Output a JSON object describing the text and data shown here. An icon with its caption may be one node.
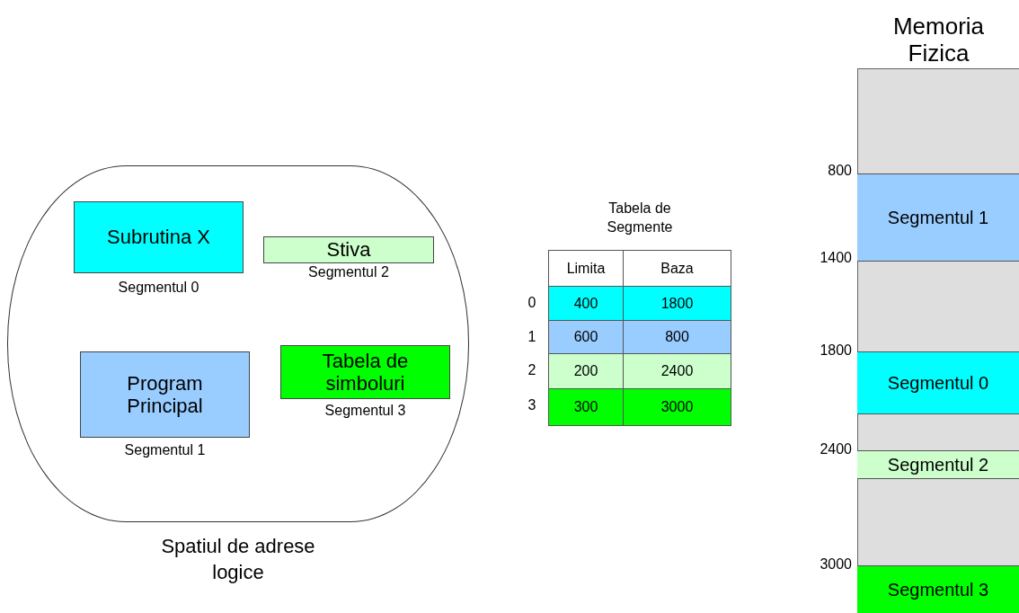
{
  "diagram": {
    "nodes": [
      {
        "text": [
          "Spatiul de adrese logice"
        ]
      },
      {
        "text": [
          "Subrutina X"
        ],
        "in": 0,
        "beside": [
          "Segmentul 0"
        ]
      },
      {
        "text": [
          "Stiva"
        ],
        "in": 0,
        "beside": [
          "Segmentul 2"
        ]
      },
      {
        "text": [
          "Program Principal"
        ],
        "in": 0,
        "beside": [
          "Segmentul 1"
        ]
      },
      {
        "text": [
          "Tabela de simboluri"
        ],
        "in": 0,
        "beside": [
          "Segmentul 3"
        ]
      },
      {
        "text": [
          "Memoria Fizica"
        ]
      },
      {
        "text": [
          "Segmentul 1"
        ],
        "in": 5
      },
      {
        "text": [
          "Segmentul 0"
        ],
        "in": 5
      },
      {
        "text": [
          "Segmentul 2"
        ],
        "in": 5
      },
      {
        "text": [
          "Segmentul 3"
        ],
        "in": 5
      }
    ],
    "labels": [
      "Tabela de Segmente",
      "Limita",
      "Baza",
      "0",
      "400",
      "1800",
      "1",
      "600",
      "800",
      "2",
      "200",
      "2400",
      "3",
      "300",
      "3000",
      "800",
      "1400",
      "1800",
      "2400",
      "3000"
    ]
  }
}
